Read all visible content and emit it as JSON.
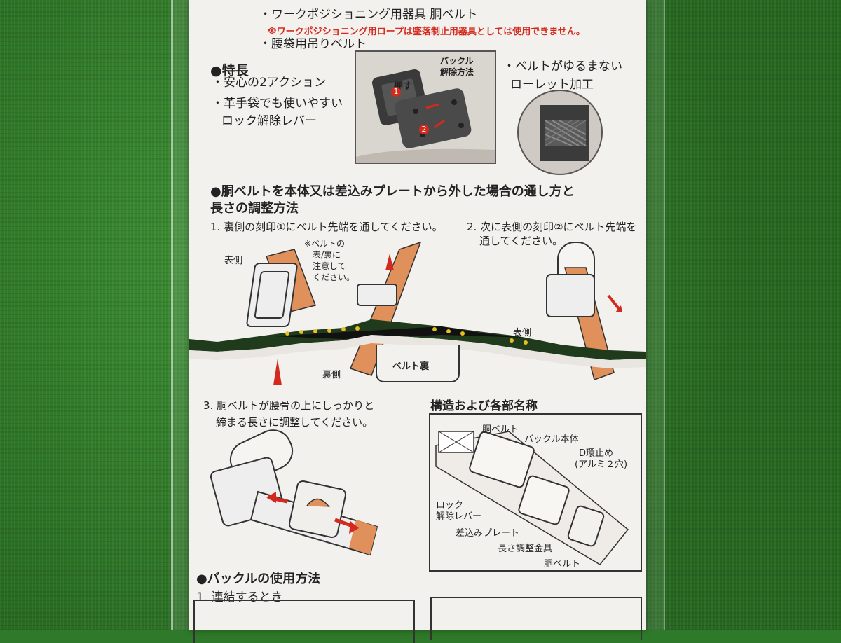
{
  "top_lines": {
    "line1": "・ワークポジショニング用器具 胴ベルト",
    "note": "※ワークポジショニング用ロープは墜落制止用器具としては使用できません。",
    "line2": "・腰袋用吊りベルト"
  },
  "features": {
    "heading": "●特長",
    "item1": "・安心の2アクション",
    "item2a": "・革手袋でも使いやすい",
    "item2b": "ロック解除レバー",
    "item3a": "・ベルトがゆるまない",
    "item3b": "ローレット加工",
    "buckle_label_a": "バックル",
    "buckle_label_b": "解除方法",
    "push": "押す",
    "step1": "1",
    "step2": "2"
  },
  "threading": {
    "heading_a": "●胴ベルトを本体又は差込みプレートから外した場合の通し方と",
    "heading_b": "長さの調整方法",
    "step1": "1. 裏側の刻印①にベルト先端を通してください。",
    "step2a": "2. 次に表側の刻印②にベルト先端を",
    "step2b": "通してください。",
    "note_a": "※ベルトの",
    "note_b": "表/裏に",
    "note_c": "注意して",
    "note_d": "ください。",
    "front": "表側",
    "front2": "表側",
    "back": "裏側",
    "belt_back": "ベルト裏",
    "step3a": "3. 胴ベルトが腰骨の上にしっかりと",
    "step3b": "締まる長さに調整してください。"
  },
  "structure": {
    "heading": "構造および各部名称",
    "belt": "胴ベルト",
    "buckle_body": "バックル本体",
    "d_ring_a": "D環止め",
    "d_ring_b": "(アルミ２穴)",
    "lock_a": "ロック",
    "lock_b": "解除レバー",
    "plate": "差込みプレート",
    "adjuster": "長さ調整金具",
    "belt2": "胴ベルト"
  },
  "buckle_use": {
    "heading": "●バックルの使用方法",
    "step1": "1. 連結するとき"
  },
  "colors": {
    "orange_belt": "#e0905a",
    "red_text": "#d42a1e",
    "turf": "#2f7a2a"
  }
}
